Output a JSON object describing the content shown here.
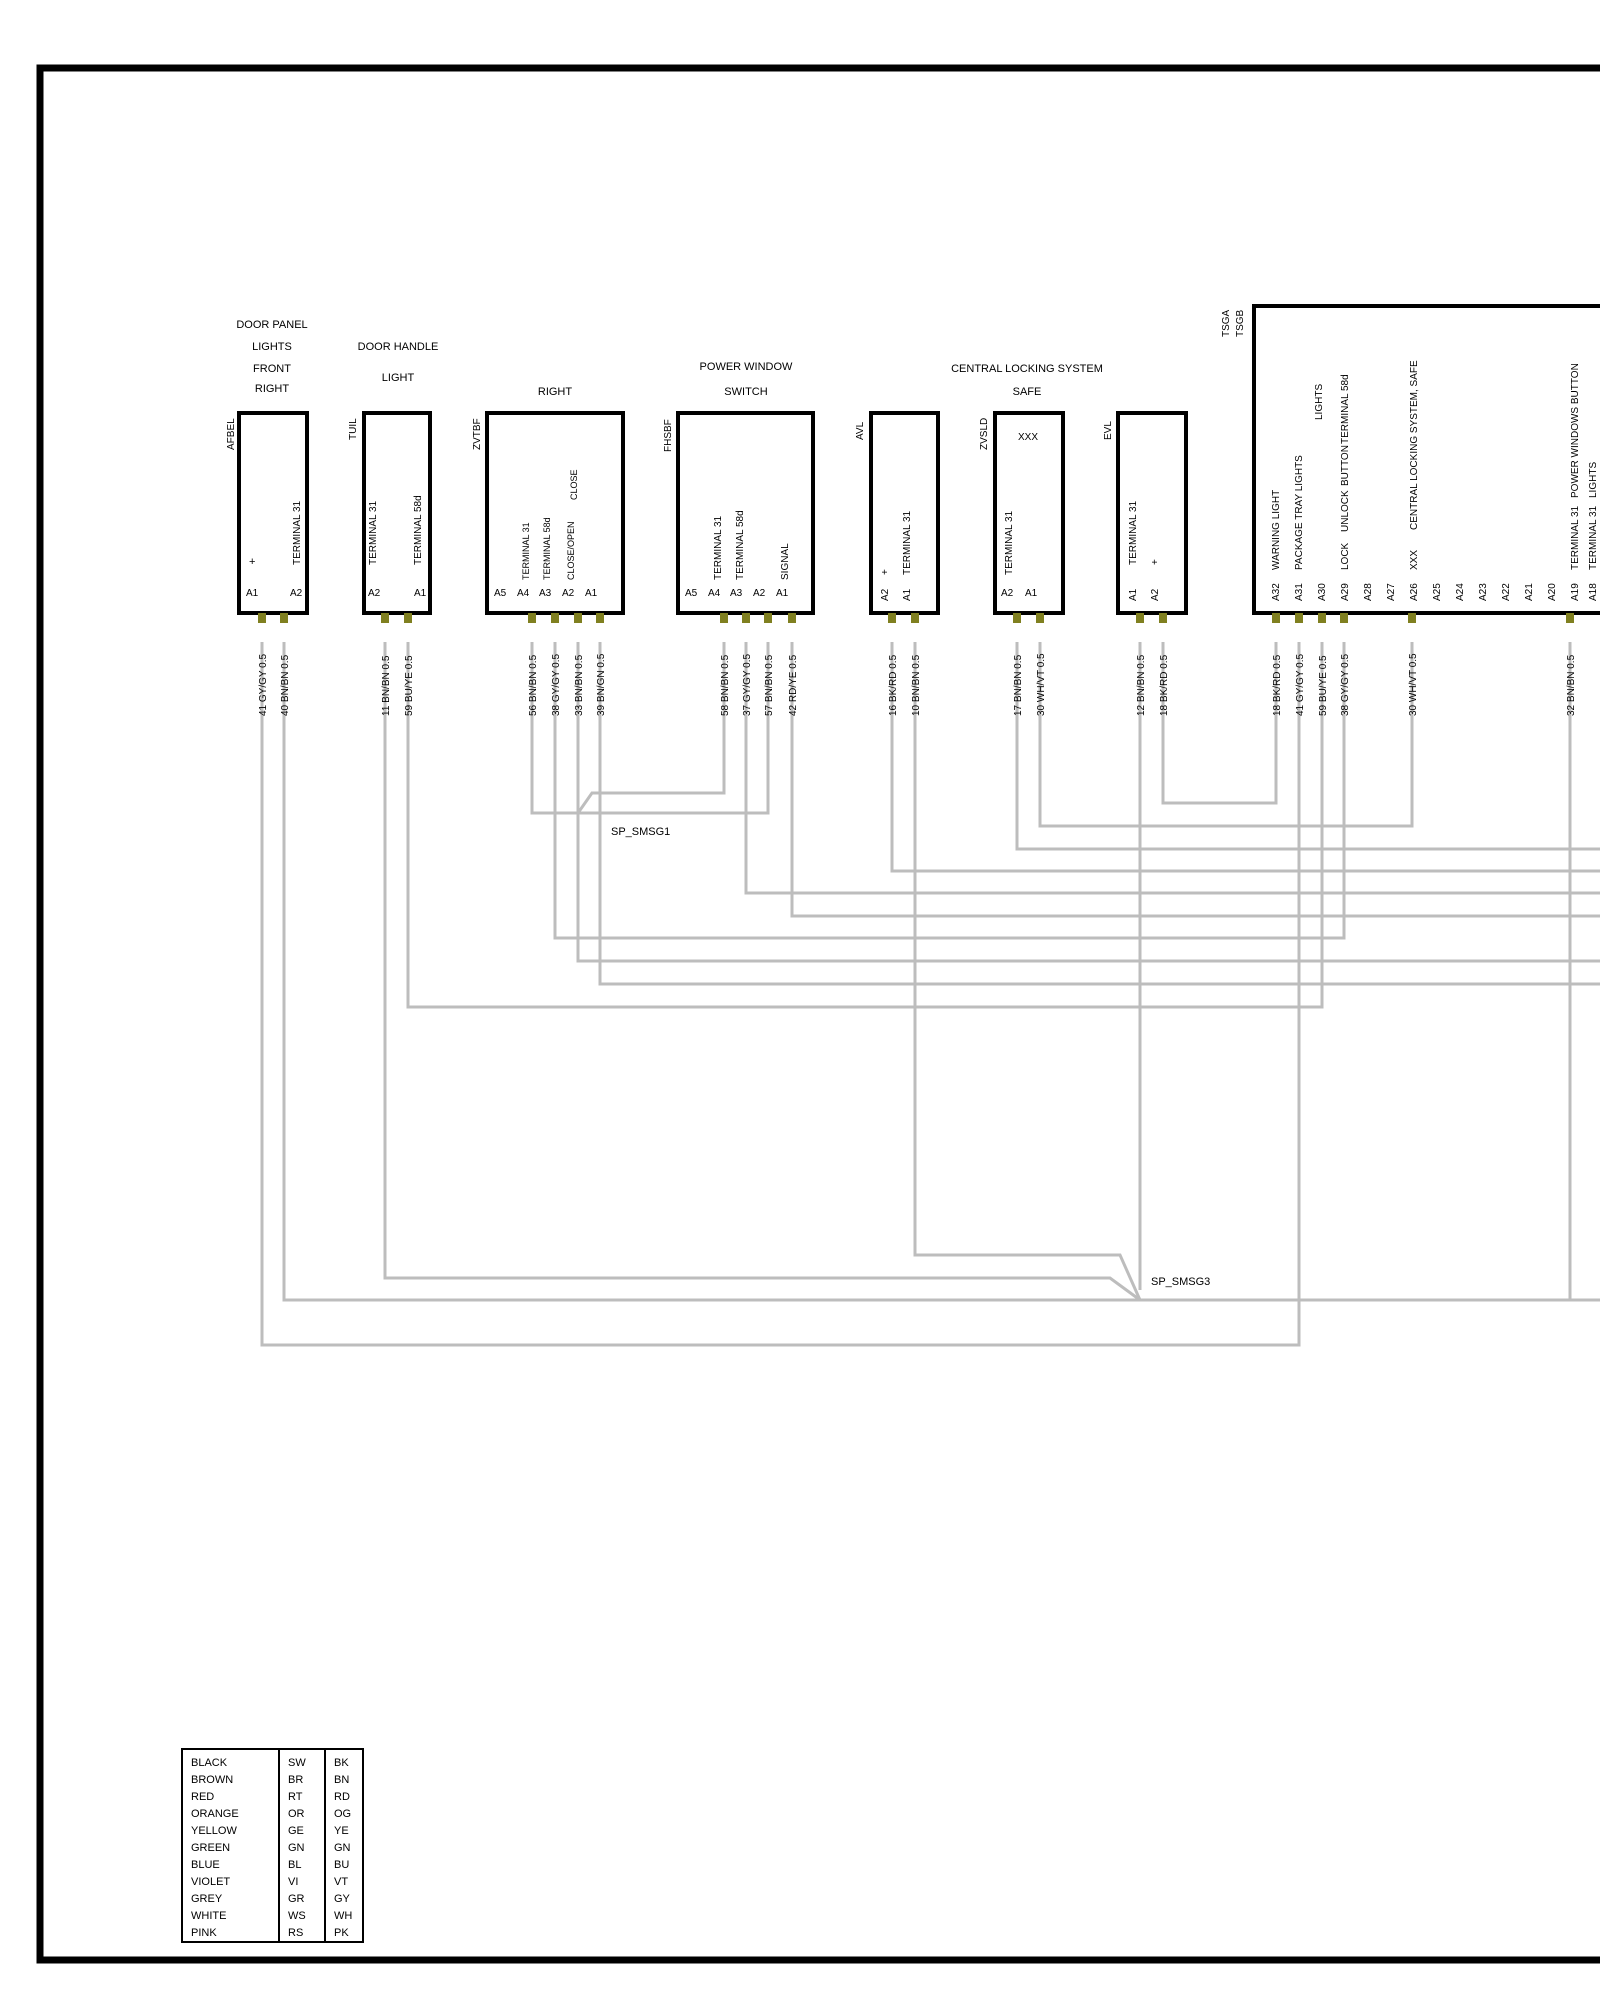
{
  "title": "",
  "components": [
    {
      "id": "AFBEL",
      "title_lines": [
        "DOOR PANEL",
        "LIGHTS",
        "FRONT",
        "RIGHT"
      ],
      "inner_labels": [
        "+",
        "TERMINAL 31"
      ],
      "pins": [
        "A1",
        "A2"
      ],
      "wires": [
        "41 GY/GY 0.5",
        "40 BN/BN 0.5"
      ]
    },
    {
      "id": "TUIL",
      "title_lines": [
        "DOOR HANDLE",
        "LIGHT"
      ],
      "inner_labels": [
        "TERMINAL 31",
        "TERMINAL 58d"
      ],
      "pins": [
        "A2",
        "A1"
      ],
      "wires": [
        "11 BN/BN 0.5",
        "59 BU/YE 0.5"
      ]
    },
    {
      "id": "ZVTBF",
      "title_lines": [
        "RIGHT"
      ],
      "inner_labels": [
        "TERMINAL 31",
        "TERMINAL 58d",
        "CLOSE/OPEN",
        "CLOSE"
      ],
      "pins": [
        "A5",
        "A4",
        "A3",
        "A2",
        "A1"
      ],
      "wires": [
        "56 BN/BN 0.5",
        "38 GY/GY 0.5",
        "33 BN/BN 0.5",
        "39 BN/GN 0.5"
      ]
    },
    {
      "id": "FHSBF",
      "title_lines": [
        "POWER WINDOW",
        "SWITCH"
      ],
      "inner_labels": [
        "TERMINAL 31",
        "TERMINAL 58d",
        "SIGNAL"
      ],
      "pins": [
        "A5",
        "A4",
        "A3",
        "A2",
        "A1"
      ],
      "wires": [
        "58 BN/BN 0.5",
        "37 GY/GY 0.5",
        "57 BN/BN 0.5",
        "42 RD/YE 0.5"
      ]
    },
    {
      "id": "AVL",
      "title_lines": [],
      "inner_labels": [
        "+",
        "TERMINAL 31"
      ],
      "pins": [
        "A2",
        "A1"
      ],
      "wires": [
        "16 BK/RD 0.5",
        "10 BN/BN 0.5"
      ]
    },
    {
      "id": "ZVSLD",
      "title_lines": [
        "CENTRAL LOCKING SYSTEM",
        "SAFE"
      ],
      "inner_labels": [
        "XXX",
        "TERMINAL 31"
      ],
      "pins": [
        "A2",
        "A1"
      ],
      "wires": [
        "17 BN/BN 0.5",
        "30 WH/VT 0.5"
      ]
    },
    {
      "id": "EVL",
      "title_lines": [],
      "inner_labels": [
        "TERMINAL 31",
        "+"
      ],
      "pins": [
        "A1",
        "A2"
      ],
      "wires": [
        "12 BN/BN 0.5",
        "18 BK/RD 0.5"
      ]
    }
  ],
  "control_unit": {
    "ids": [
      "TSGA",
      "TSGB"
    ],
    "pins": [
      "A32",
      "A31",
      "A30",
      "A29",
      "A28",
      "A27",
      "A26",
      "A25",
      "A24",
      "A23",
      "A22",
      "A21",
      "A20",
      "A19",
      "A18"
    ],
    "labels": [
      "WARNING LIGHT",
      "PACKAGE TRAY LIGHTS",
      "LIGHTS",
      "LOCK",
      "UNLOCK",
      "BUTTON",
      "TERMINAL 58d",
      "XXX",
      "CENTRAL LOCKING SYSTEM, SAFE",
      "TERMINAL 31",
      "POWER WINDOWS BUTTON",
      "TERMINAL 31",
      "LIGHTS"
    ],
    "wires": [
      "18 BK/RD 0.5",
      "41 GY/GY 0.5",
      "59 BU/YE 0.5",
      "38 GY/GY 0.5",
      "30 WH/VT 0.5",
      "32 BN/BN 0.5"
    ]
  },
  "splices": [
    "SP_SMSG1",
    "SP_SMSG3"
  ],
  "legend": {
    "names": [
      "BLACK",
      "BROWN",
      "RED",
      "ORANGE",
      "YELLOW",
      "GREEN",
      "BLUE",
      "VIOLET",
      "GREY",
      "WHITE",
      "PINK"
    ],
    "german": [
      "SW",
      "BR",
      "RT",
      "OR",
      "GE",
      "GN",
      "BL",
      "VI",
      "GR",
      "WS",
      "RS"
    ],
    "english": [
      "BK",
      "BN",
      "RD",
      "OG",
      "YE",
      "GN",
      "BU",
      "VT",
      "GY",
      "WH",
      "PK"
    ]
  },
  "colors": {
    "wire": "#bdbdbd",
    "pin": "#808020",
    "frame": "#000000"
  }
}
